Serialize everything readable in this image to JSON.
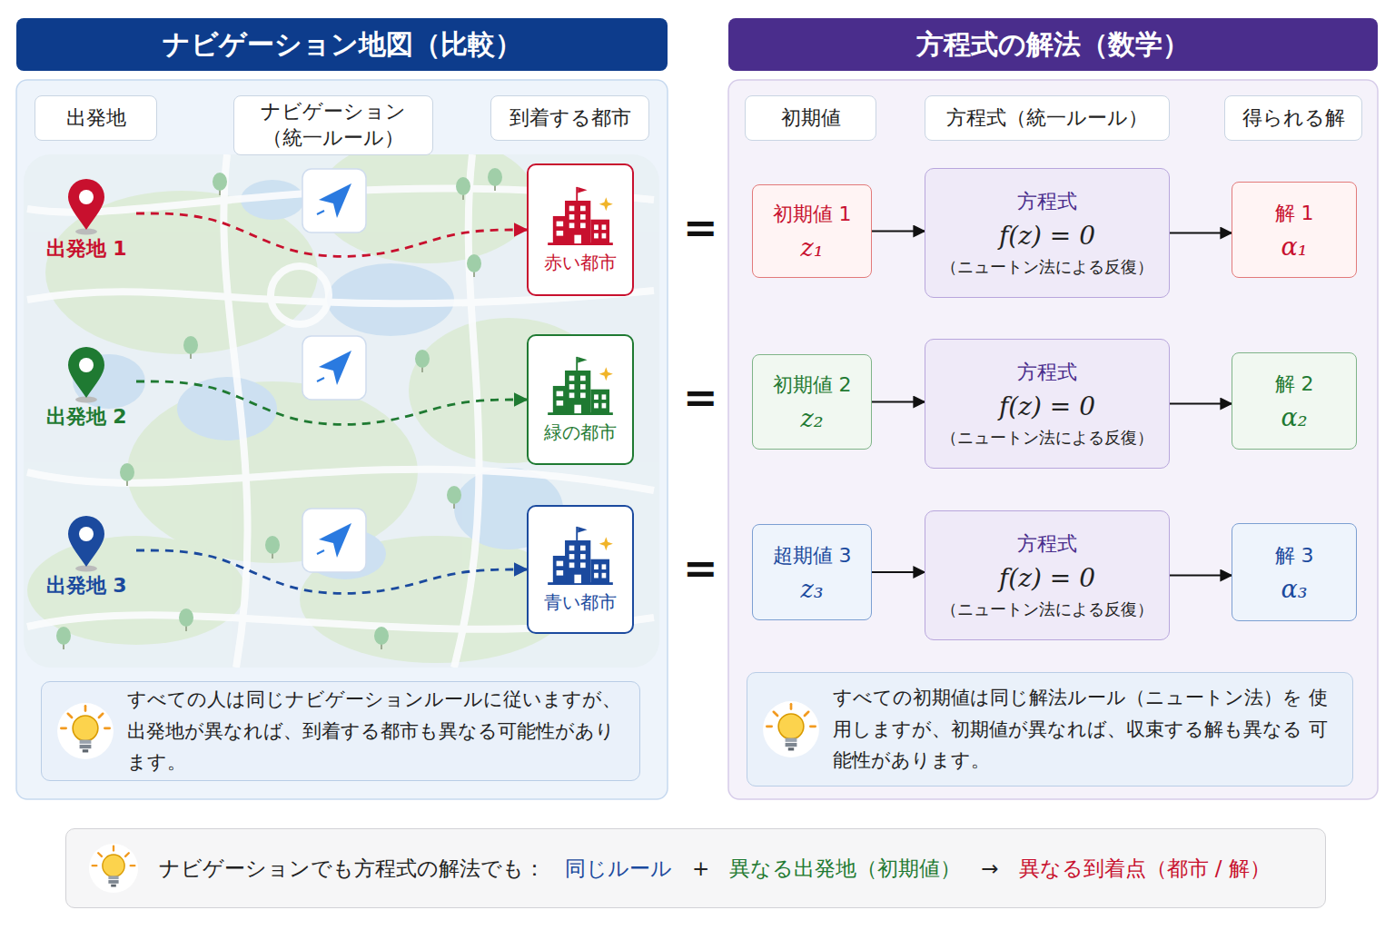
{
  "diagram": {
    "nodes": [
      {
        "text": [
          "ナビゲーション地図（比較）"
        ]
      },
      {
        "text": [
          "出発地"
        ],
        "in": 0
      },
      {
        "text": [
          "ナビゲーション （統一ルール）"
        ],
        "in": 0
      },
      {
        "text": [
          "到着する都市"
        ],
        "in": 0
      },
      {
        "text": [
          "出発地 1"
        ],
        "in": 0
      },
      {
        "text": [
          "赤い都市"
        ],
        "in": 0
      },
      {
        "text": [
          "出発地 2"
        ],
        "in": 0
      },
      {
        "text": [
          "緑の都市"
        ],
        "in": 0
      },
      {
        "text": [
          "出発地 3"
        ],
        "in": 0
      },
      {
        "text": [
          "青い都市"
        ],
        "in": 0
      },
      {
        "text": [
          "すべての人は同じナビゲーションルールに従いますが、 出発地が異なれば、到着する都市も異なる可能性があります。"
        ],
        "in": 0
      },
      {
        "text": [
          "方程式の解法（数学）"
        ]
      },
      {
        "text": [
          "初期値"
        ],
        "in": 11
      },
      {
        "text": [
          "方程式（統一ルール）"
        ],
        "in": 11
      },
      {
        "text": [
          "得られる解"
        ],
        "in": 11
      },
      {
        "text": [
          "初期値 1",
          "z₁"
        ],
        "in": 11
      },
      {
        "text": [
          "方程式",
          "f(z) = 0",
          "（ニュートン法による反復）"
        ],
        "in": 11
      },
      {
        "text": [
          "解 1",
          "α₁"
        ],
        "in": 11
      },
      {
        "text": [
          "初期値 2",
          "z₂"
        ],
        "in": 11
      },
      {
        "text": [
          "方程式",
          "f(z) = 0",
          "（ニュートン法による反復）"
        ],
        "in": 11
      },
      {
        "text": [
          "解 2",
          "α₂"
        ],
        "in": 11
      },
      {
        "text": [
          "超期値 3",
          "z₃"
        ],
        "in": 11
      },
      {
        "text": [
          "方程式",
          "f(z) = 0",
          "（ニュートン法による反復）"
        ],
        "in": 11
      },
      {
        "text": [
          "解 3",
          "α₃"
        ],
        "in": 11
      },
      {
        "text": [
          "すべての初期値は同じ解法ルール（ニュートン法）を 使用しますが、初期値が異なれば、収束する解も異なる 可能性があります。"
        ],
        "in": 11
      },
      {
        "text": [
          "ナビゲーションでも方程式の解法でも：",
          "同じルール",
          "+",
          "異なる出発地（初期値）",
          "→",
          "異なる到着点（都市 / 解）"
        ]
      }
    ],
    "edges": [
      {
        "from": 4,
        "to": 5,
        "arrow": "to"
      },
      {
        "from": 6,
        "to": 7,
        "arrow": "to"
      },
      {
        "from": 8,
        "to": 9,
        "arrow": "to"
      },
      {
        "from": 15,
        "to": 16,
        "arrow": "to"
      },
      {
        "from": 16,
        "to": 17,
        "arrow": "to"
      },
      {
        "from": 18,
        "to": 19,
        "arrow": "to"
      },
      {
        "from": 19,
        "to": 20,
        "arrow": "to"
      },
      {
        "from": 21,
        "to": 22,
        "arrow": "to"
      },
      {
        "from": 22,
        "to": 23,
        "arrow": "to"
      }
    ],
    "labels": [
      "=",
      "=",
      "="
    ]
  }
}
